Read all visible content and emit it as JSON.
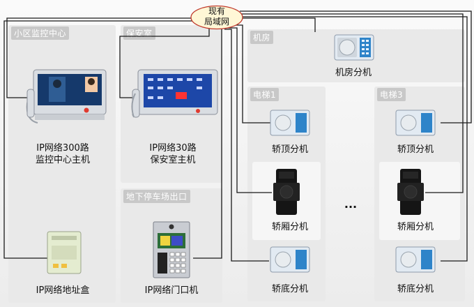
{
  "lan": {
    "line1": "现有",
    "line2": "局域网"
  },
  "panels": {
    "community": "小区监控中心",
    "security": "保安室",
    "parking": "地下停车场出口",
    "machine_room": "机房",
    "elevator1": "电梯1",
    "elevator3": "电梯3"
  },
  "devices": {
    "master_300": {
      "line1": "IP网络300路",
      "line2": "监控中心主机"
    },
    "master_30": {
      "line1": "IP网络30路",
      "line2": "保安室主机"
    },
    "address_box": "IP网络地址盒",
    "door_station": "IP网络门口机",
    "machine_room_ext": "机房分机",
    "e1_top": "轿顶分机",
    "e1_car": "轿厢分机",
    "e1_bottom": "轿底分机",
    "e3_top": "轿顶分机",
    "e3_car": "轿厢分机",
    "e3_bottom": "轿底分机",
    "ellipsis": "..."
  },
  "colors": {
    "line": "#1a1a1a",
    "lan_fill": "#fff7d6",
    "lan_border": "#c0392b"
  }
}
